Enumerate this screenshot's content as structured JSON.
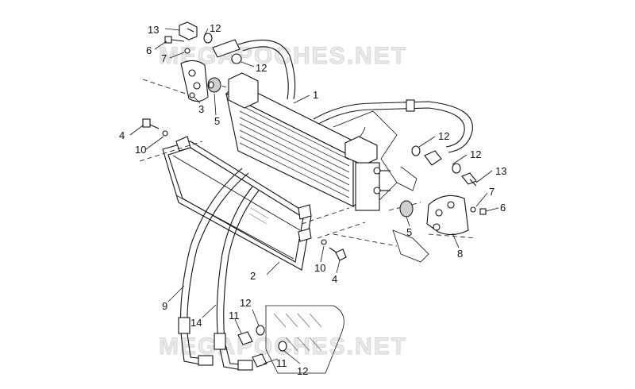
{
  "watermarks": [
    "MEGAPOCHES.NET",
    "MEGAPOCHES.NET"
  ],
  "callouts": {
    "c1": "1",
    "c2": "2",
    "c3": "3",
    "c4a": "4",
    "c4b": "4",
    "c5a": "5",
    "c5b": "5",
    "c6a": "6",
    "c6b": "6",
    "c7a": "7",
    "c7b": "7",
    "c8": "8",
    "c9": "9",
    "c10a": "10",
    "c10b": "10",
    "c11a": "11",
    "c11b": "11",
    "c12a": "12",
    "c12b": "12",
    "c12c": "12",
    "c12d": "12",
    "c12e": "12",
    "c12f": "12",
    "c13a": "13",
    "c13b": "13",
    "c14": "14"
  }
}
